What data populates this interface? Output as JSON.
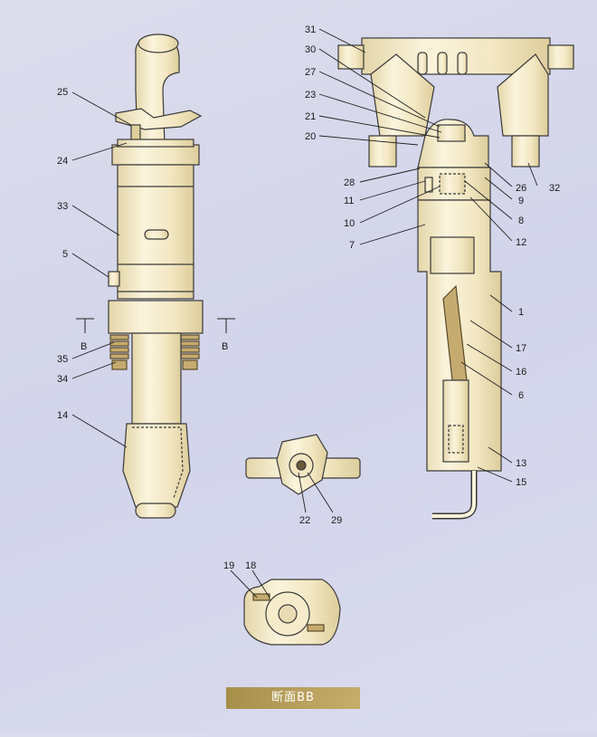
{
  "colors": {
    "part_fill": "#f6eccc",
    "part_shade": "#e9dcb4",
    "outline": "#3a3a3a",
    "spring": "#8f7a4a",
    "caption_bg": "#b49a58"
  },
  "callouts": {
    "n1": "1",
    "n5": "5",
    "n6": "6",
    "n7": "7",
    "n8": "8",
    "n9": "9",
    "n10": "10",
    "n11": "11",
    "n12": "12",
    "n13": "13",
    "n14": "14",
    "n15": "15",
    "n16": "16",
    "n17": "17",
    "n18": "18",
    "n19": "19",
    "n20": "20",
    "n21": "21",
    "n22": "22",
    "n23": "23",
    "n24": "24",
    "n25": "25",
    "n26": "26",
    "n27": "27",
    "n28": "28",
    "n29": "29",
    "n30": "30",
    "n31": "31",
    "n32": "32",
    "n33": "33",
    "n34": "34",
    "n35": "35"
  },
  "section_marks": {
    "left": "B",
    "right": "B"
  },
  "caption": "断面BB"
}
